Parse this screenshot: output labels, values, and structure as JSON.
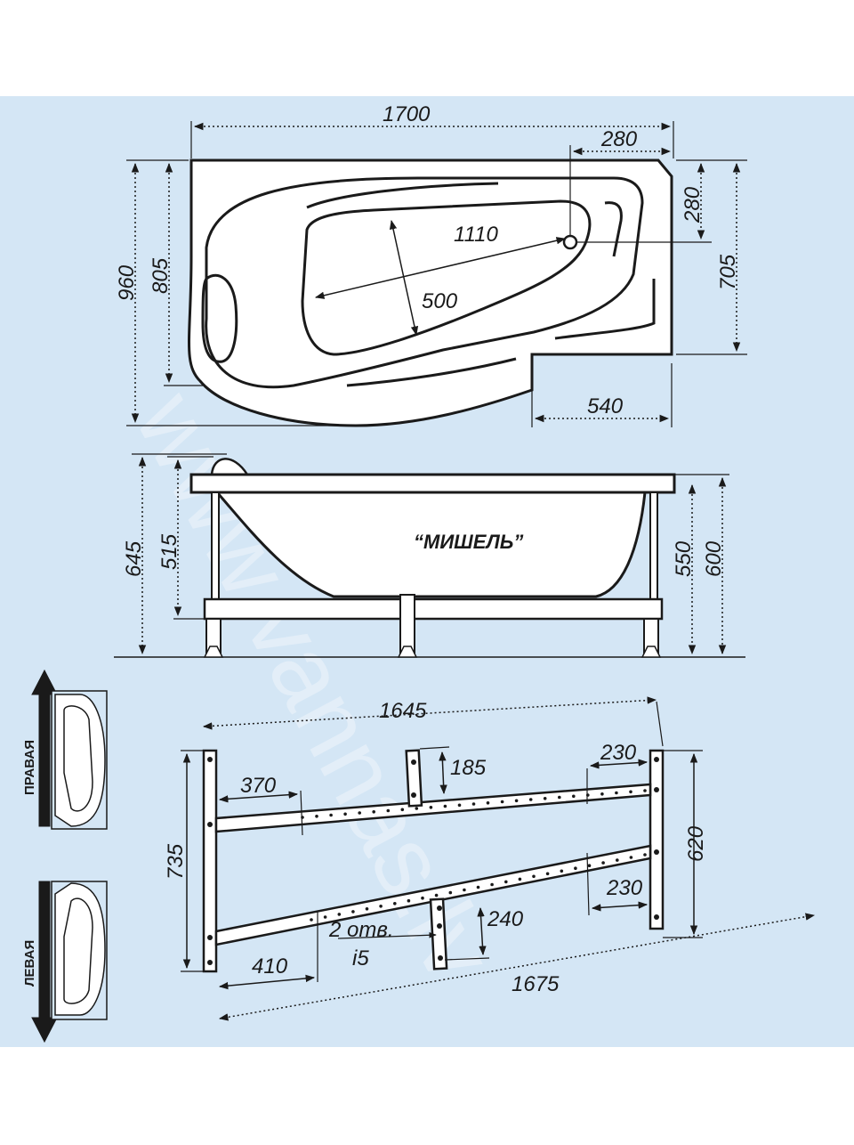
{
  "colors": {
    "background": "#d4e6f5",
    "outline": "#1a1a1a",
    "fill": "#ffffff"
  },
  "watermark": "www.vannas.lv",
  "top_view": {
    "dims": {
      "length": "1700",
      "width": "960",
      "inner_width": "805",
      "rim_length": "280",
      "rim_depth": "280",
      "right_width": "705",
      "basin_length": "1110",
      "basin_width": "500",
      "step_length": "540"
    }
  },
  "side_view": {
    "model": "“МИШЕЛЬ”",
    "dims": {
      "total_height": "645",
      "headrest_height": "515",
      "rim_height_inner": "550",
      "rim_height_outer": "600"
    }
  },
  "frame_view": {
    "dims": {
      "top_length": "1645",
      "bottom_length": "1675",
      "height_left": "735",
      "height_right": "620",
      "offset_left_top": "370",
      "offset_left_bottom": "410",
      "offset_right_top": "230",
      "offset_right_bottom": "230",
      "leg_top": "185",
      "leg_bottom": "240",
      "holes_line1": "2 отв.",
      "holes_line2": "i5"
    }
  },
  "variants": {
    "right_label": "ПРАВАЯ",
    "left_label": "ЛЕВАЯ"
  }
}
